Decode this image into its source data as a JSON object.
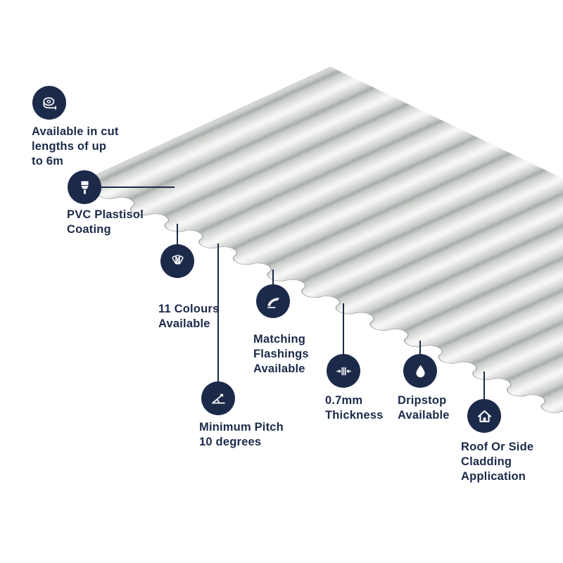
{
  "colors": {
    "navy": "#1c2a4a",
    "sheet_light": "#f6f7f5",
    "sheet_shadow": "#a9aeaa",
    "background": "#ffffff"
  },
  "features": [
    {
      "id": "cut-lengths",
      "icon": "tape-measure-icon",
      "label": "Available in cut\nlengths of up\nto 6m"
    },
    {
      "id": "pvc-coating",
      "icon": "paint-brush-icon",
      "label": "PVC Plastisol\nCoating"
    },
    {
      "id": "colours",
      "icon": "colour-swatch-fan-icon",
      "label": "11 Colours\nAvailable"
    },
    {
      "id": "flashings",
      "icon": "flashing-icon",
      "label": "Matching\nFlashings\nAvailable"
    },
    {
      "id": "pitch",
      "icon": "pitch-angle-icon",
      "label": "Minimum Pitch\n10 degrees"
    },
    {
      "id": "thickness",
      "icon": "thickness-gauge-icon",
      "label": "0.7mm\nThickness"
    },
    {
      "id": "dripstop",
      "icon": "water-droplet-icon",
      "label": "Dripstop\nAvailable"
    },
    {
      "id": "cladding",
      "icon": "house-icon",
      "label": "Roof Or Side\nCladding\nApplication"
    }
  ]
}
